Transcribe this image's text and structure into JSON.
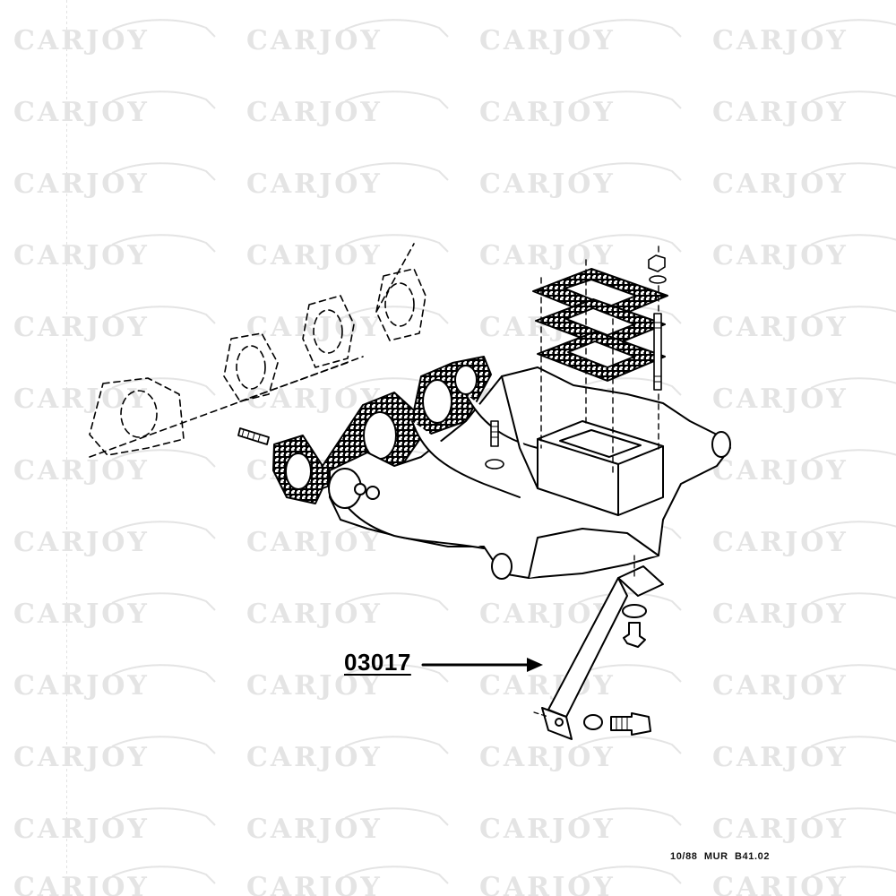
{
  "watermark": {
    "text": "CARJOY",
    "color": "#e4e4e4"
  },
  "diagram": {
    "part_number": "03017",
    "footer_code": "10/88  MUR  B41.02"
  }
}
